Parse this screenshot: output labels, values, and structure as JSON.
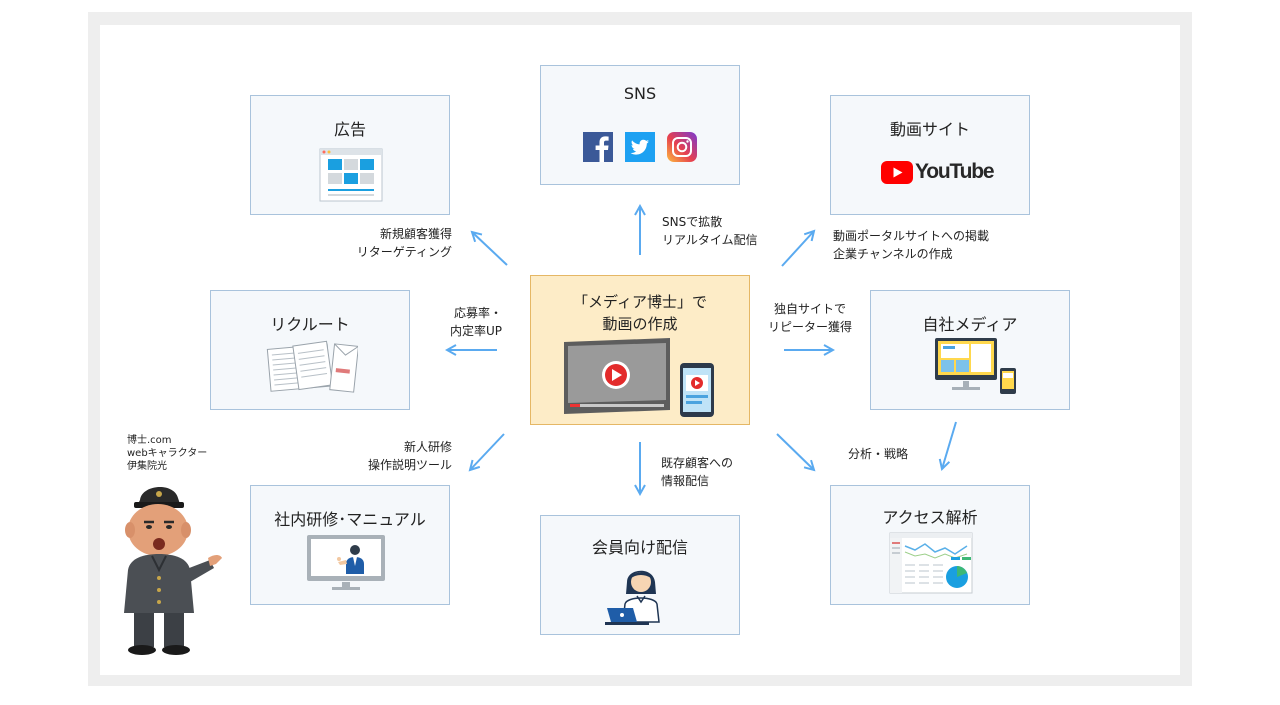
{
  "center": {
    "line1": "「メディア博士」で",
    "line2": "動画の作成"
  },
  "boxes": {
    "ad": {
      "title": "広告"
    },
    "sns": {
      "title": "SNS"
    },
    "video_site": {
      "title": "動画サイト",
      "youtube_text": "YouTube"
    },
    "recruit": {
      "title": "リクルート"
    },
    "own_media": {
      "title": "自社メディア"
    },
    "training": {
      "title": "社内研修･マニュアル"
    },
    "member": {
      "title": "会員向け配信"
    },
    "analytics": {
      "title": "アクセス解析"
    }
  },
  "labels": {
    "ad": [
      "新規顧客獲得",
      "リターゲティング"
    ],
    "sns": [
      "SNSで拡散",
      "リアルタイム配信"
    ],
    "video_site": [
      "動画ポータルサイトへの掲載",
      "企業チャンネルの作成"
    ],
    "recruit": [
      "応募率・",
      "内定率UP"
    ],
    "own_media": [
      "独自サイトで",
      "リピーター獲得"
    ],
    "training": [
      "新人研修",
      "操作説明ツール"
    ],
    "member": [
      "既存顧客への",
      "情報配信"
    ],
    "analytics": [
      "分析・戦略"
    ]
  },
  "character": {
    "caption": [
      "博士.com",
      "webキャラクター",
      "伊集院光"
    ]
  },
  "colors": {
    "box_bg": "#f5f8fb",
    "box_border": "#a9c3dc",
    "center_bg": "#fdecc7",
    "center_border": "#e5b765",
    "arrow": "#5aaaf0",
    "youtube_red": "#ff0000",
    "facebook": "#3b5998",
    "twitter": "#1da1f2"
  },
  "icons": [
    "browser-ad-icon",
    "facebook-icon",
    "twitter-icon",
    "instagram-icon",
    "youtube-logo",
    "documents-icon",
    "desktop-mobile-icon",
    "video-player-icon",
    "smartphone-video-icon",
    "monitor-person-icon",
    "laptop-woman-icon",
    "analytics-dashboard-icon"
  ]
}
